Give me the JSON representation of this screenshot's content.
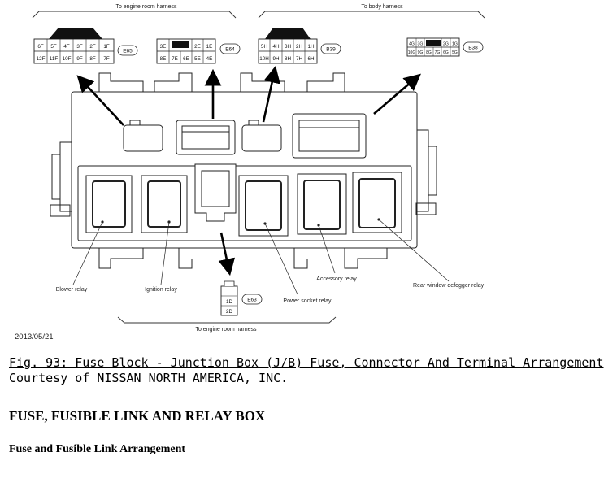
{
  "diagram": {
    "harness_top_left": "To engine room harness",
    "harness_top_right": "To body harness",
    "harness_bottom": "To engine room harness",
    "connectors": {
      "e65": {
        "tag": "E65",
        "row1": [
          "6F",
          "5F",
          "4F",
          "3F",
          "2F",
          "1F"
        ],
        "row2": [
          "12F",
          "11F",
          "10F",
          "9F",
          "8F",
          "7F"
        ]
      },
      "e64": {
        "tag": "E64",
        "row1": [
          "3E",
          "",
          "2E",
          "1E"
        ],
        "row2": [
          "8E",
          "7E",
          "6E",
          "5E",
          "4E"
        ]
      },
      "b39": {
        "tag": "B39",
        "row1": [
          "5H",
          "4H",
          "3H",
          "2H",
          "1H"
        ],
        "row2": [
          "10H",
          "9H",
          "8H",
          "7H",
          "6H"
        ]
      },
      "b38": {
        "tag": "B38",
        "row1": [
          "4G",
          "3G",
          "",
          "2G",
          "1G"
        ],
        "row2": [
          "10G",
          "9G",
          "8G",
          "7G",
          "6G",
          "5G"
        ]
      },
      "e63": {
        "tag": "E63",
        "pins": [
          "1D",
          "2D"
        ]
      }
    },
    "relays": {
      "blower": "Blower relay",
      "ignition": "Ignition relay",
      "power_socket": "Power socket relay",
      "accessory": "Accessory relay",
      "rear_defogger": "Rear window defogger relay"
    },
    "date": "2013/05/21"
  },
  "caption": {
    "figure": "Fig. 93: Fuse Block - Junction Box (J/B) Fuse, Connector And Terminal Arrangement",
    "courtesy": "Courtesy of NISSAN NORTH AMERICA, INC."
  },
  "headings": {
    "section": "FUSE, FUSIBLE LINK AND RELAY BOX",
    "subsection": "Fuse and Fusible Link Arrangement"
  }
}
